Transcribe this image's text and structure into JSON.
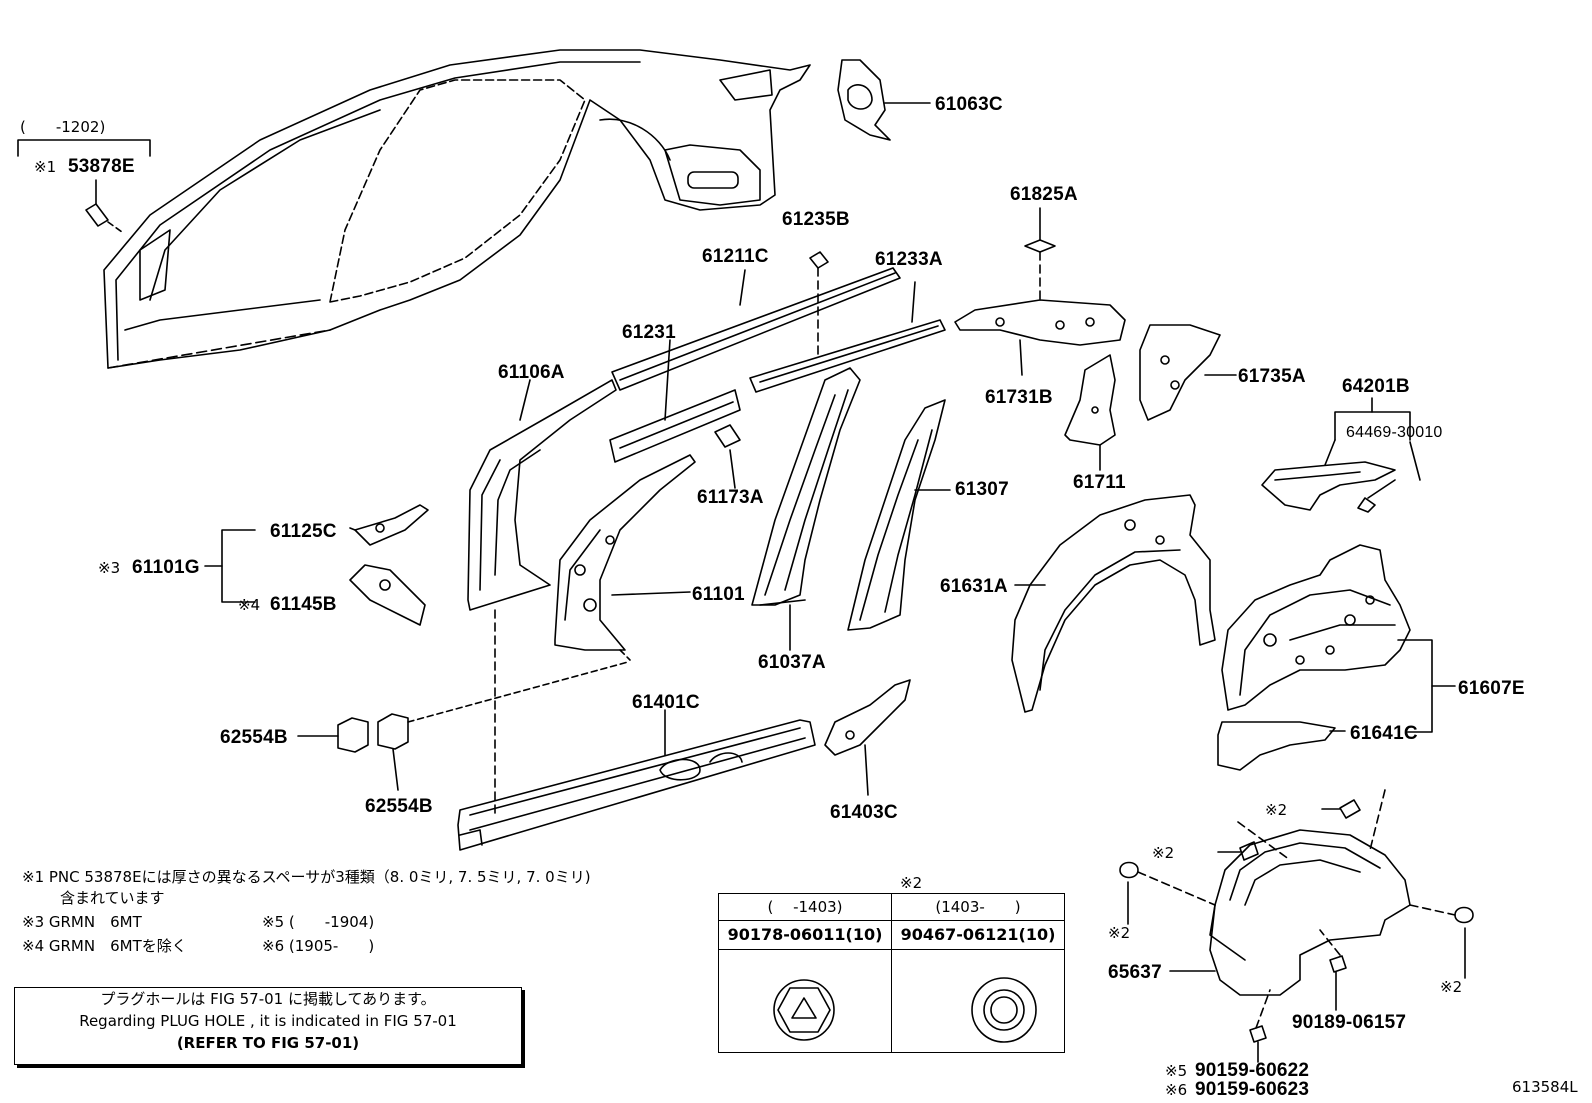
{
  "figure_code": "613584L",
  "labels": {
    "p53878E": "53878E",
    "p53878E_mark": "※1",
    "p53878E_range": "(　　-1202)",
    "p61063C": "61063C",
    "p61825A": "61825A",
    "p61235B": "61235B",
    "p61211C": "61211C",
    "p61233A": "61233A",
    "p61231": "61231",
    "p61106A": "61106A",
    "p61731B": "61731B",
    "p61735A": "61735A",
    "p64201B": "64201B",
    "p64469": "64469-30010",
    "p61711": "61711",
    "p61173A": "61173A",
    "p61307": "61307",
    "p61125C": "61125C",
    "p61101G": "61101G",
    "p61101G_mark": "※3",
    "p61145B": "61145B",
    "p61145B_mark": "※4",
    "p61101": "61101",
    "p61631A": "61631A",
    "p61037A": "61037A",
    "p61607E": "61607E",
    "p61641C": "61641C",
    "p61401C": "61401C",
    "p62554B_a": "62554B",
    "p62554B_b": "62554B",
    "p61403C": "61403C",
    "p65637": "65637",
    "p90189": "90189-06157",
    "p90159_a": "90159-60622",
    "p90159_a_mark": "※5",
    "p90159_b": "90159-60623",
    "p90159_b_mark": "※6",
    "mark2": "※2"
  },
  "notes": {
    "n1_line1": "※1 PNC 53878Eには厚さの異なるスペーサが3種類（8. 0ミリ, 7. 5ミリ, 7. 0ミリ)",
    "n1_line2": "含まれています",
    "n3": "※3 GRMN　6MT",
    "n4": "※4 GRMN　6MTを除く",
    "n5": "※5 (　　-1904)",
    "n6": "※6 (1905-　　)"
  },
  "fastener_table": {
    "title": "※2",
    "col1_header": "(　 -1403)",
    "col2_header": "(1403-　　)",
    "col1_part": "90178-06011(10)",
    "col2_part": "90467-06121(10)"
  },
  "reference": {
    "line1": "プラグホールは FIG 57-01 に掲載してあります。",
    "line2": "Regarding  PLUG  HOLE , it is indicated in  FIG  57-01",
    "line3": "(REFER TO FIG 57-01)"
  }
}
